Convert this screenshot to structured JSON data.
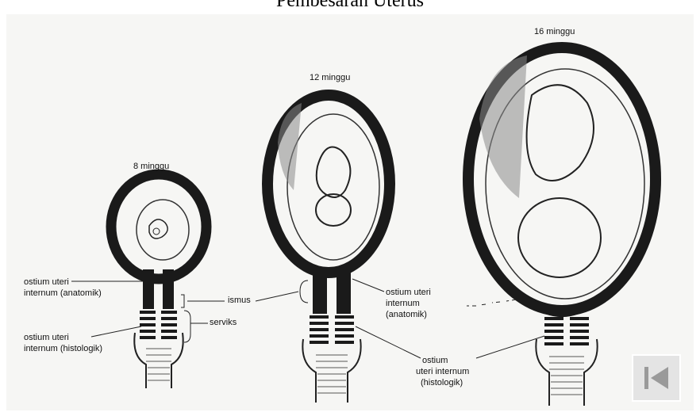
{
  "title": "Pembesaran Uterus",
  "stages": {
    "s8": {
      "label": "8 minggu"
    },
    "s12": {
      "label": "12 minggu"
    },
    "s16": {
      "label": "16 minggu"
    }
  },
  "labels": {
    "ostium_eksternum": [
      "ostium uteri",
      "internum (anatomik)"
    ],
    "ostium_histologik_left": [
      "ostium uteri",
      "internum (histologik)"
    ],
    "ismus": "ismus",
    "serviks": "serviks",
    "ostium_anatomik_right": [
      "ostium uteri",
      "internum",
      "(anatomik)"
    ],
    "ostium_histologik_right": [
      "ostium",
      "uteri internum",
      "(histologik)"
    ]
  },
  "nav": {
    "icon": "skip-back-icon"
  }
}
